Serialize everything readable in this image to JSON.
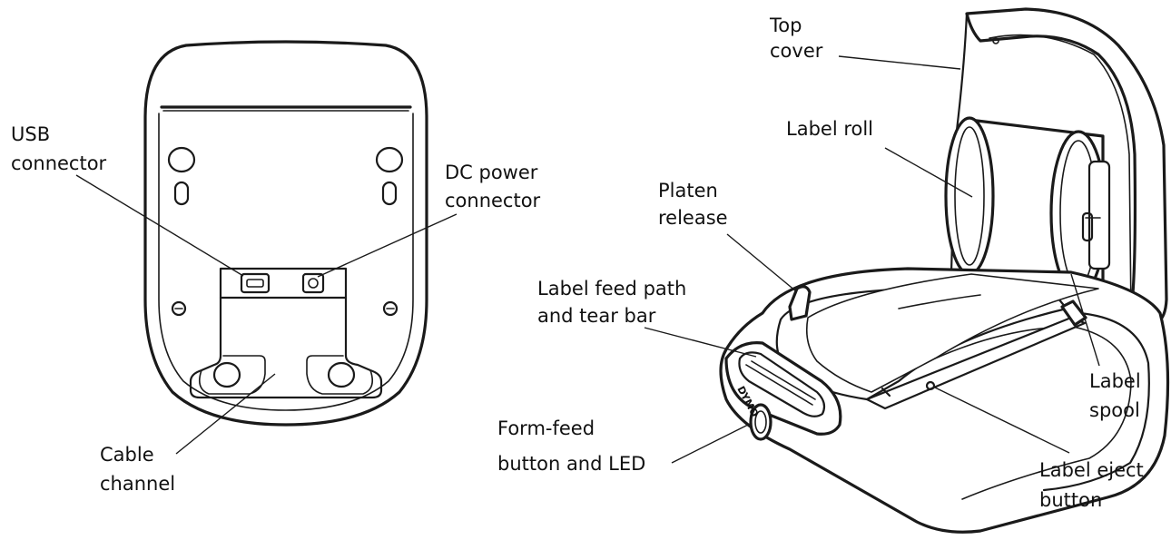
{
  "colors": {
    "line": "#1a1a1a",
    "background": "#ffffff"
  },
  "brand": {
    "logo_text": "DYMO"
  },
  "labels": {
    "usb_connector": [
      "USB",
      "connector"
    ],
    "dc_power_connector": [
      "DC power",
      "connector"
    ],
    "cable_channel": [
      "Cable",
      "channel"
    ],
    "top_cover": [
      "Top",
      "cover"
    ],
    "label_roll": [
      "Label roll"
    ],
    "platen_release": [
      "Platen",
      "release"
    ],
    "label_feed_path": [
      "Label feed path",
      "and tear bar"
    ],
    "label_spool": [
      "Label",
      "spool"
    ],
    "form_feed_button": [
      "Form-feed",
      "button and LED"
    ],
    "label_eject_button": [
      "Label eject",
      "button"
    ]
  }
}
